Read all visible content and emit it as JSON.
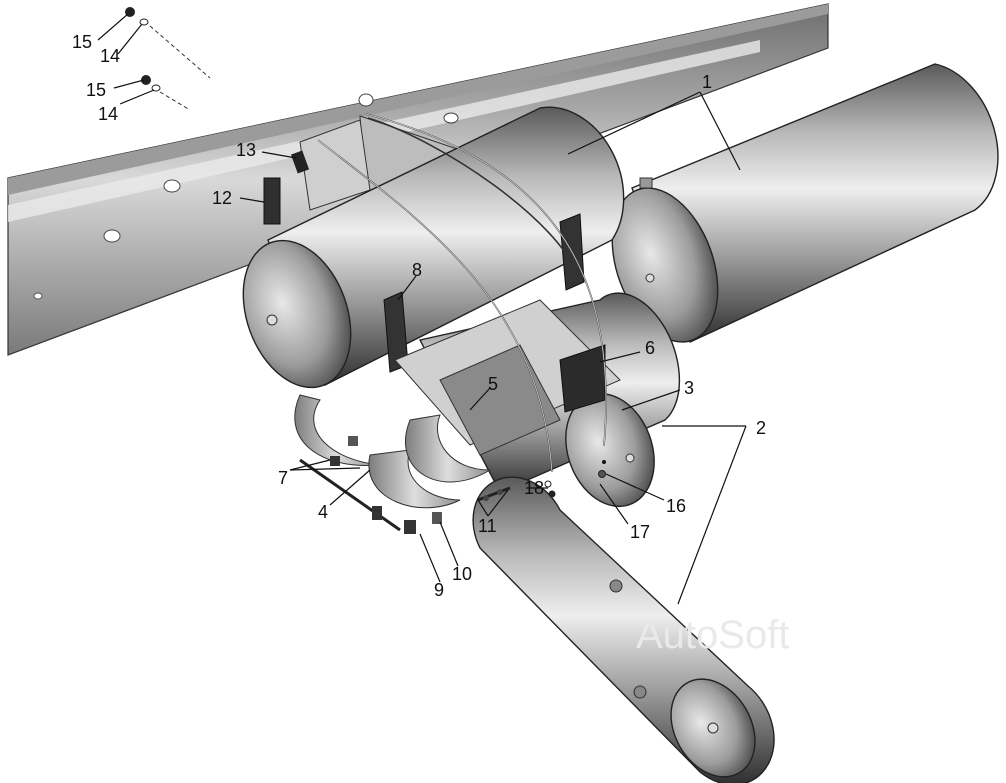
{
  "diagram": {
    "callouts": [
      "1",
      "2",
      "3",
      "4",
      "5",
      "6",
      "7",
      "8",
      "9",
      "10",
      "11",
      "12",
      "13",
      "14",
      "14",
      "15",
      "15",
      "16",
      "17",
      "18"
    ],
    "watermark": "AutoSoft"
  },
  "colors": {
    "tank_dark": "#3a3a3a",
    "tank_light": "#e6e6e6",
    "frame": "#8a8a8a",
    "strap": "#cfcfcf"
  }
}
